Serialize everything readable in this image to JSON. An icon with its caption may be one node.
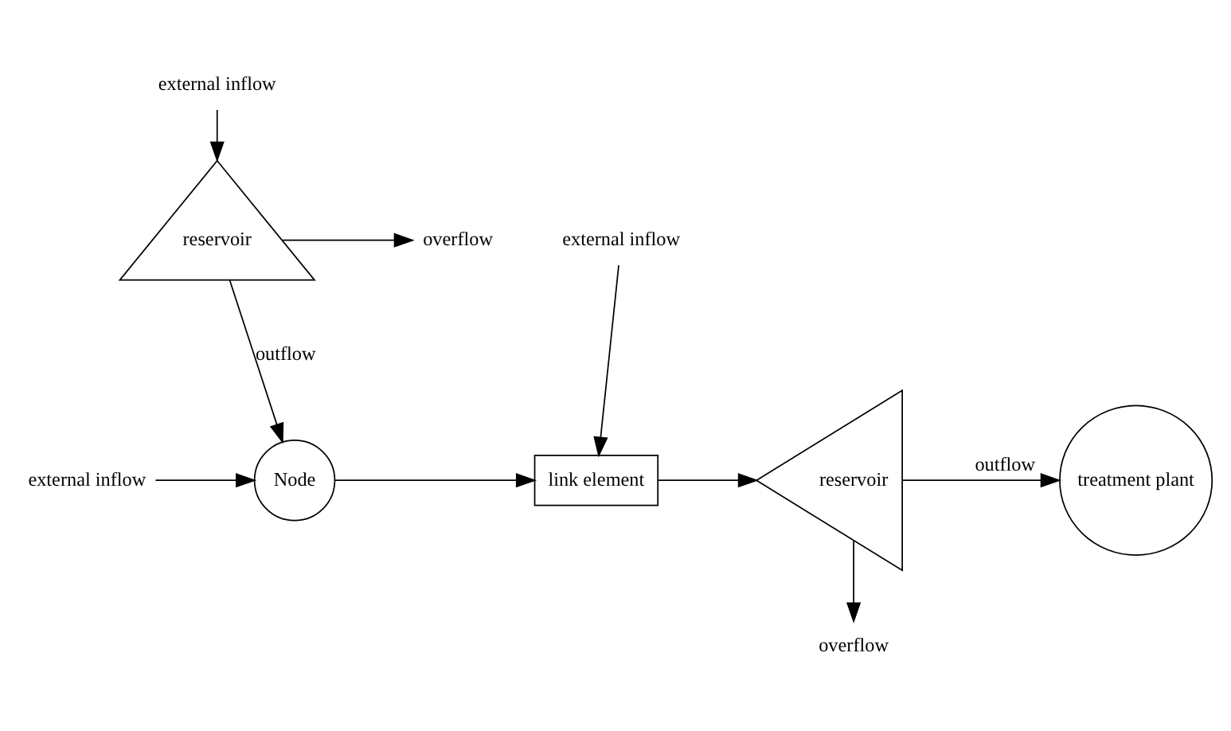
{
  "diagram": {
    "nodes": [
      {
        "text": [
          "reservoir"
        ]
      },
      {
        "text": [
          "external inflow"
        ]
      },
      {
        "text": [
          "overflow"
        ]
      },
      {
        "text": [
          "external inflow"
        ]
      },
      {
        "text": [
          "Node"
        ]
      },
      {
        "text": [
          "external inflow"
        ]
      },
      {
        "text": [
          "link element"
        ]
      },
      {
        "text": [
          "reservoir"
        ]
      },
      {
        "text": [
          "overflow"
        ]
      },
      {
        "text": [
          "treatment plant"
        ]
      }
    ],
    "edges": [
      {
        "from": 1,
        "to": 0,
        "arrow": "to"
      },
      {
        "from": 0,
        "to": 2,
        "arrow": "to"
      },
      {
        "from": 0,
        "to": 4,
        "arrow": "to",
        "label": "outflow"
      },
      {
        "from": 3,
        "to": 4,
        "arrow": "to"
      },
      {
        "from": 4,
        "to": 6,
        "arrow": "to"
      },
      {
        "from": 5,
        "to": 6,
        "arrow": "to"
      },
      {
        "from": 6,
        "to": 7,
        "arrow": "to"
      },
      {
        "from": 7,
        "to": 8,
        "arrow": "to"
      },
      {
        "from": 7,
        "to": 9,
        "arrow": "to",
        "label": "outflow"
      }
    ]
  }
}
